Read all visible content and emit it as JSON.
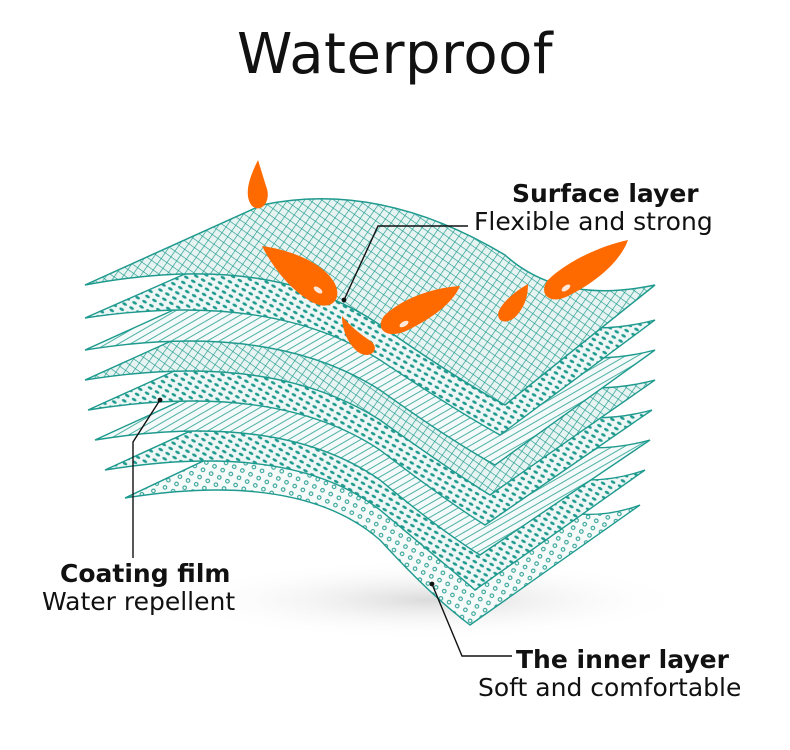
{
  "page": {
    "title": "Waterproof"
  },
  "callouts": {
    "surface": {
      "heading": "Surface layer",
      "subtitle": "Flexible and strong"
    },
    "coating": {
      "heading": "Coating film",
      "subtitle": "Water repellent"
    },
    "inner": {
      "heading": "The inner layer",
      "subtitle": "Soft and comfortable"
    }
  },
  "colors": {
    "fabric_teal": "#1f9a8e",
    "fabric_light": "#cfe9e5",
    "droplet_orange": "#ff6a00",
    "text": "#111111",
    "leader_line": "#111111"
  },
  "icons": {
    "droplet": "water-droplet-icon",
    "fabric": "fabric-layer-stack"
  }
}
